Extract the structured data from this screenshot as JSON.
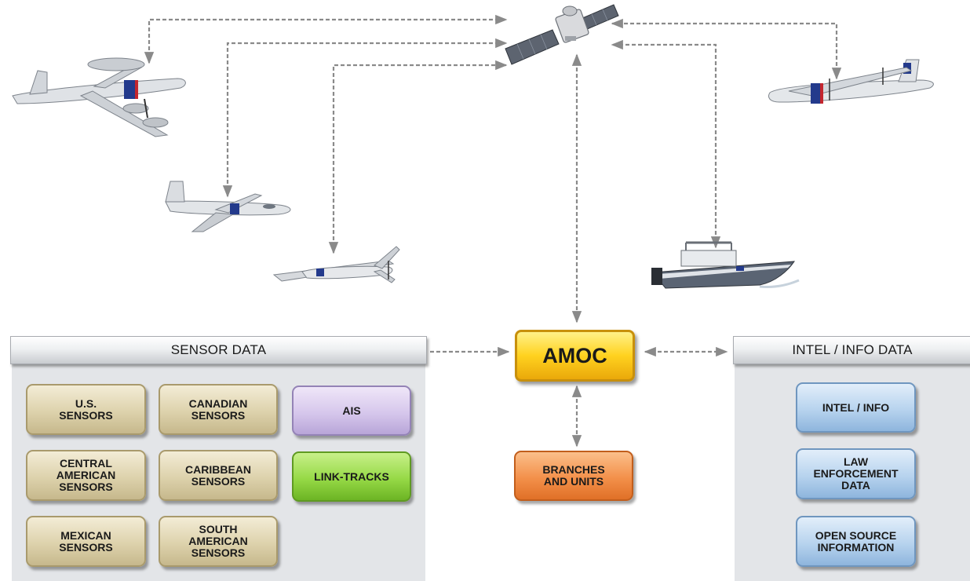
{
  "hub": {
    "label": "AMOC"
  },
  "sensor_panel": {
    "title": "SENSOR DATA",
    "items": [
      {
        "label": "U.S.\nSENSORS",
        "color": "tan"
      },
      {
        "label": "CANADIAN\nSENSORS",
        "color": "tan"
      },
      {
        "label": "AIS",
        "color": "lavender"
      },
      {
        "label": "CENTRAL\nAMERICAN\nSENSORS",
        "color": "tan"
      },
      {
        "label": "CARIBBEAN\nSENSORS",
        "color": "tan"
      },
      {
        "label": "LINK-TRACKS",
        "color": "green"
      },
      {
        "label": "MEXICAN\nSENSORS",
        "color": "tan"
      },
      {
        "label": "SOUTH\nAMERICAN\nSENSORS",
        "color": "tan"
      }
    ]
  },
  "intel_panel": {
    "title": "INTEL / INFO DATA",
    "items": [
      {
        "label": "INTEL / INFO"
      },
      {
        "label": "LAW\nENFORCEMENT\nDATA"
      },
      {
        "label": "OPEN SOURCE\nINFORMATION"
      }
    ]
  },
  "branches": {
    "label": "BRANCHES\nAND UNITS"
  },
  "vehicles": [
    {
      "icon": "p3-orion-aircraft-icon"
    },
    {
      "icon": "satellite-icon"
    },
    {
      "icon": "dash-8-aircraft-icon"
    },
    {
      "icon": "citation-jet-icon"
    },
    {
      "icon": "predator-uav-icon"
    },
    {
      "icon": "interceptor-boat-icon"
    }
  ],
  "colors": {
    "tan": "#ddd2ac",
    "lavender": "#d6c7ec",
    "green": "#96d946",
    "blue": "#b7d3ee",
    "orange": "#f3904a",
    "amoc": "#ffd21f",
    "panel": "#e3e5e8",
    "connector": "#8a8a8a",
    "cbp_blue": "#233a8c",
    "cbp_red": "#c4262e"
  }
}
